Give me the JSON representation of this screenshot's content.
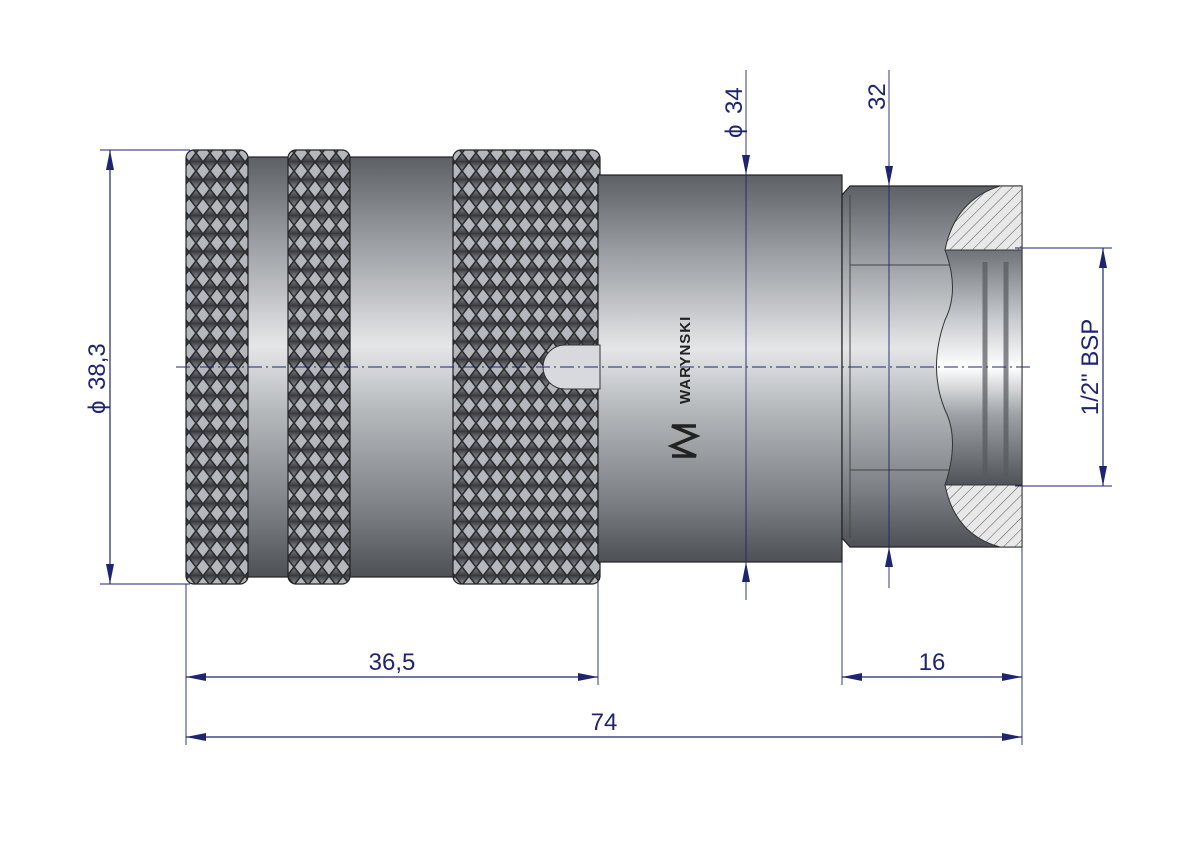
{
  "dimensions": {
    "outer_diameter": "38,3",
    "body_diameter": "34",
    "hex_size": "32",
    "thread": "1/2\" BSP",
    "sleeve_length": "36,5",
    "thread_length": "16",
    "total_length": "74"
  },
  "diameter_symbol": "ϕ",
  "logo": {
    "brand": "WARYNSKI"
  },
  "colors": {
    "dimension": "#1f2470",
    "metal": "#8f9296",
    "outline": "#222222"
  }
}
